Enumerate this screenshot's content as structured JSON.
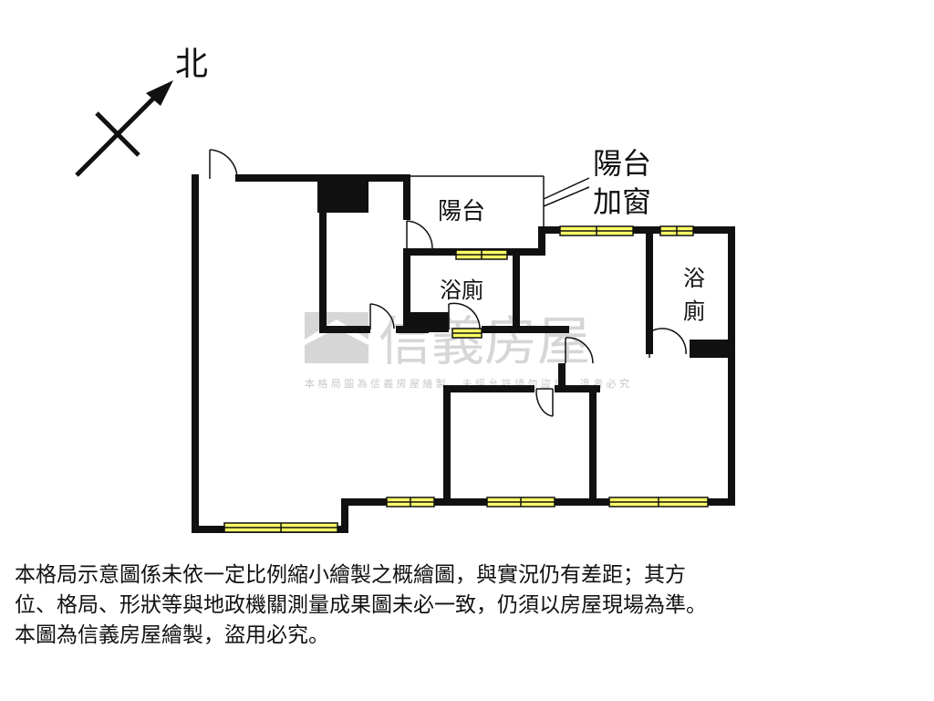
{
  "compass": {
    "label": "北"
  },
  "rooms": {
    "balcony": "陽台",
    "bath_center": "浴廁",
    "bath_right_top": "浴",
    "bath_right_bottom": "廁"
  },
  "callout": {
    "line1": "陽台",
    "line2": "加窗"
  },
  "watermark": {
    "brand": "信義房屋",
    "caption": "本格局圖為信義房屋繪製，未經允許請勿盜用，違者必究"
  },
  "disclaimer": {
    "line1": "本格局示意圖係未依一定比例縮小繪製之概繪圖，與實況仍有差距；其方",
    "line2": "位、格局、形狀等與地政機關測量成果圖未必一致，仍須以房屋現場為準。",
    "line3": "本圖為信義房屋繪製，盜用必究。"
  },
  "colors": {
    "wall": "#111111",
    "window": "#ffff66",
    "watermark": "#d9d9d9"
  }
}
